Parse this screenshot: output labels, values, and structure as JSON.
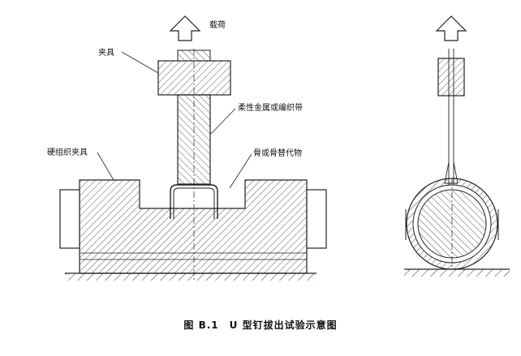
{
  "labels": {
    "load": "载荷",
    "clamp": "夹具",
    "band": "柔性金属或编织带",
    "hard_clamp": "硬组织夹具",
    "bone": "骨或骨替代物"
  },
  "caption": "图 B.1　U 型钉拔出试验示意图",
  "colors": {
    "line": "#222222",
    "hatch": "#444444",
    "background": "#ffffff"
  }
}
